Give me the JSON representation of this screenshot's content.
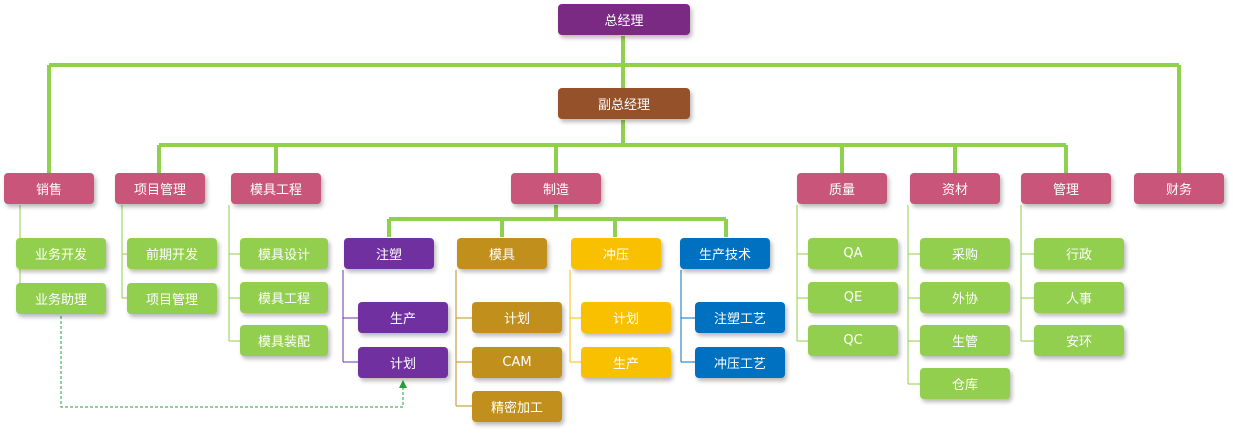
{
  "colors": {
    "connector": "#8fd14f",
    "top": "#7b2a83",
    "deputy": "#95522a",
    "department": "#c9557a",
    "sub_item": "#92cf4e",
    "injection": "#7030a0",
    "mold": "#c08f1c",
    "stamping": "#f9c000",
    "production_tech": "#0070c0",
    "dashed_link": "#22a23a"
  },
  "top": {
    "label": "总经理"
  },
  "deputy": {
    "label": "副总经理"
  },
  "finance": {
    "label": "财务"
  },
  "departments": {
    "sales": {
      "label": "销售",
      "items": [
        "业务开发",
        "业务助理"
      ]
    },
    "project": {
      "label": "项目管理",
      "items": [
        "前期开发",
        "项目管理"
      ]
    },
    "mold_eng": {
      "label": "模具工程",
      "items": [
        "模具设计",
        "模具工程",
        "模具装配"
      ]
    },
    "manufacturing": {
      "label": "制造",
      "injection": {
        "label": "注塑",
        "items": [
          "生产",
          "计划"
        ]
      },
      "mold": {
        "label": "模具",
        "items": [
          "计划",
          "CAM",
          "精密加工"
        ]
      },
      "stamping": {
        "label": "冲压",
        "items": [
          "计划",
          "生产"
        ]
      },
      "production_tech": {
        "label": "生产技术",
        "items": [
          "注塑工艺",
          "冲压工艺"
        ]
      }
    },
    "quality": {
      "label": "质量",
      "items": [
        "QA",
        "QE",
        "QC"
      ]
    },
    "materials": {
      "label": "资材",
      "items": [
        "采购",
        "外协",
        "生管",
        "仓库"
      ]
    },
    "management": {
      "label": "管理",
      "items": [
        "行政",
        "人事",
        "安环"
      ]
    }
  }
}
